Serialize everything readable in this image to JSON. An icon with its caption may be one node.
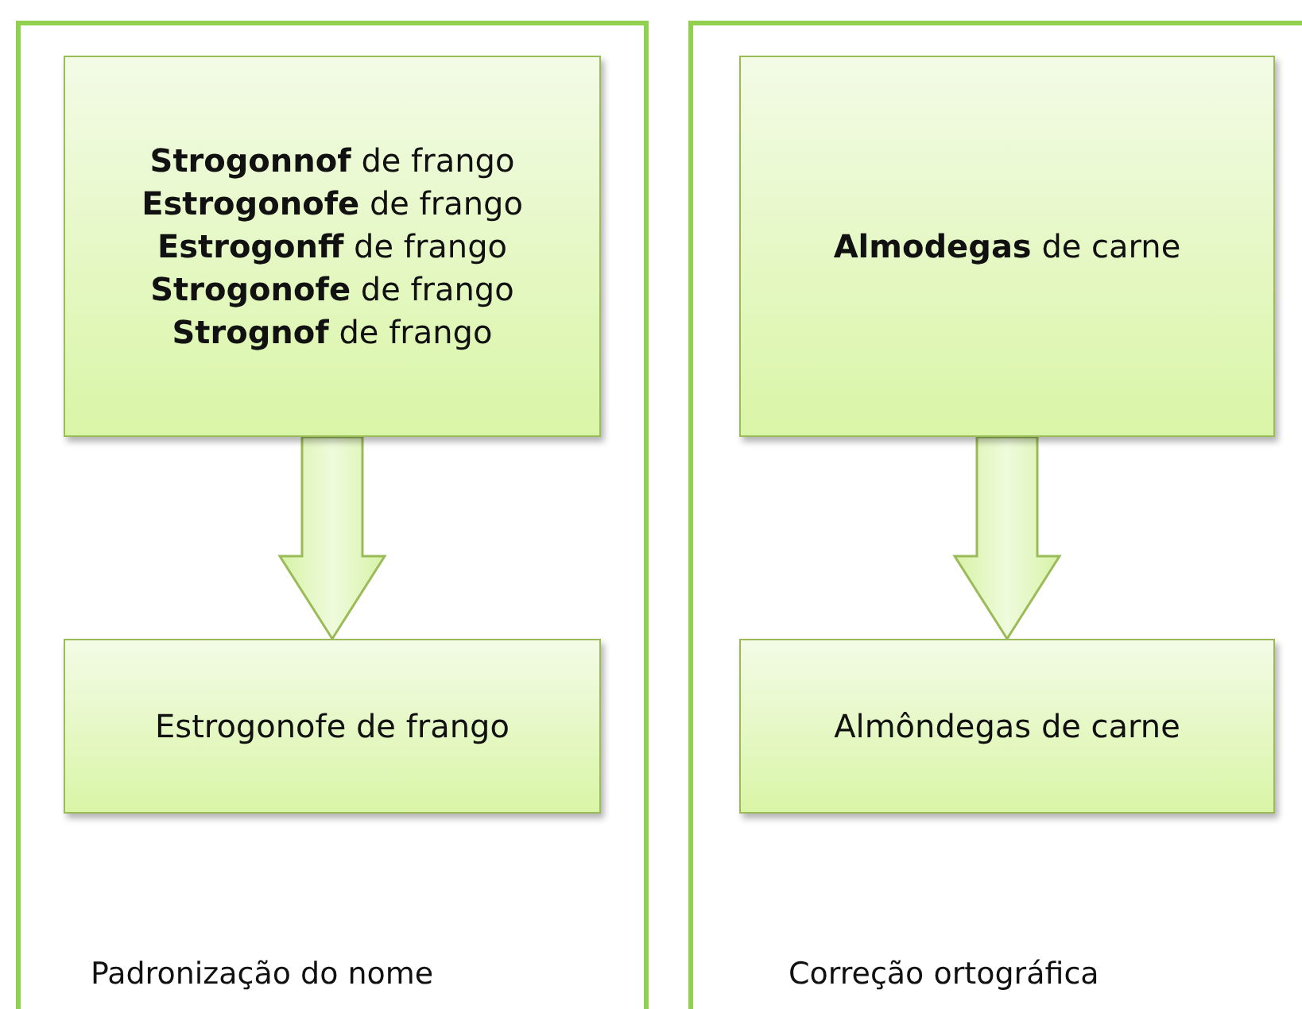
{
  "diagram": {
    "nodes": [
      {
        "text": [
          "Padronização do nome"
        ]
      },
      {
        "text": [
          "**Strogonnof** de frango",
          "**Estrogonofe** de frango",
          "**Estrogonff** de frango",
          "**Strogonofe** de frango",
          "**Strognof** de frango"
        ],
        "in": 0
      },
      {
        "text": [
          "Estrogonofe de frango"
        ],
        "in": 0
      },
      {
        "text": [
          "Correção ortográfica"
        ]
      },
      {
        "text": [
          "**Almodegas** de carne"
        ],
        "in": 3
      },
      {
        "text": [
          "Almôndegas de carne"
        ],
        "in": 3
      }
    ],
    "edges": [
      {
        "from": 1,
        "to": 2,
        "arrow": "to",
        "style": "thick"
      },
      {
        "from": 4,
        "to": 5,
        "arrow": "to",
        "style": "thick"
      }
    ]
  }
}
